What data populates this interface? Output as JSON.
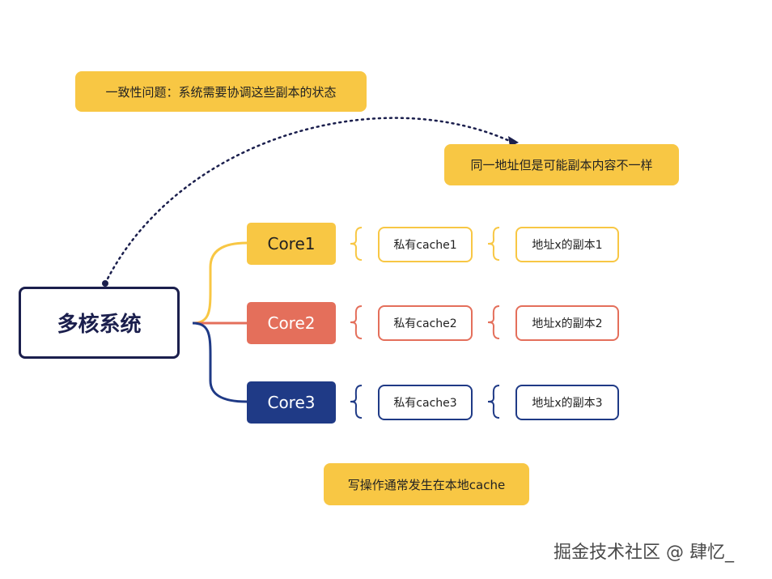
{
  "root": {
    "label": "多核系统"
  },
  "notes": {
    "consistency": "一致性问题：系统需要协调这些副本的状态",
    "same_address": "同一地址但是可能副本内容不一样",
    "write_local": "写操作通常发生在本地cache"
  },
  "branches": [
    {
      "core": "Core1",
      "cache": "私有cache1",
      "copy": "地址x的副本1",
      "color": "#f8c744",
      "text_color": "#222222"
    },
    {
      "core": "Core2",
      "cache": "私有cache2",
      "copy": "地址x的副本2",
      "color": "#e46f5b",
      "text_color": "#ffffff"
    },
    {
      "core": "Core3",
      "cache": "私有cache3",
      "copy": "地址x的副本3",
      "color": "#1f3a86",
      "text_color": "#ffffff"
    }
  ],
  "watermark": "掘金技术社区 @ 肆忆_"
}
